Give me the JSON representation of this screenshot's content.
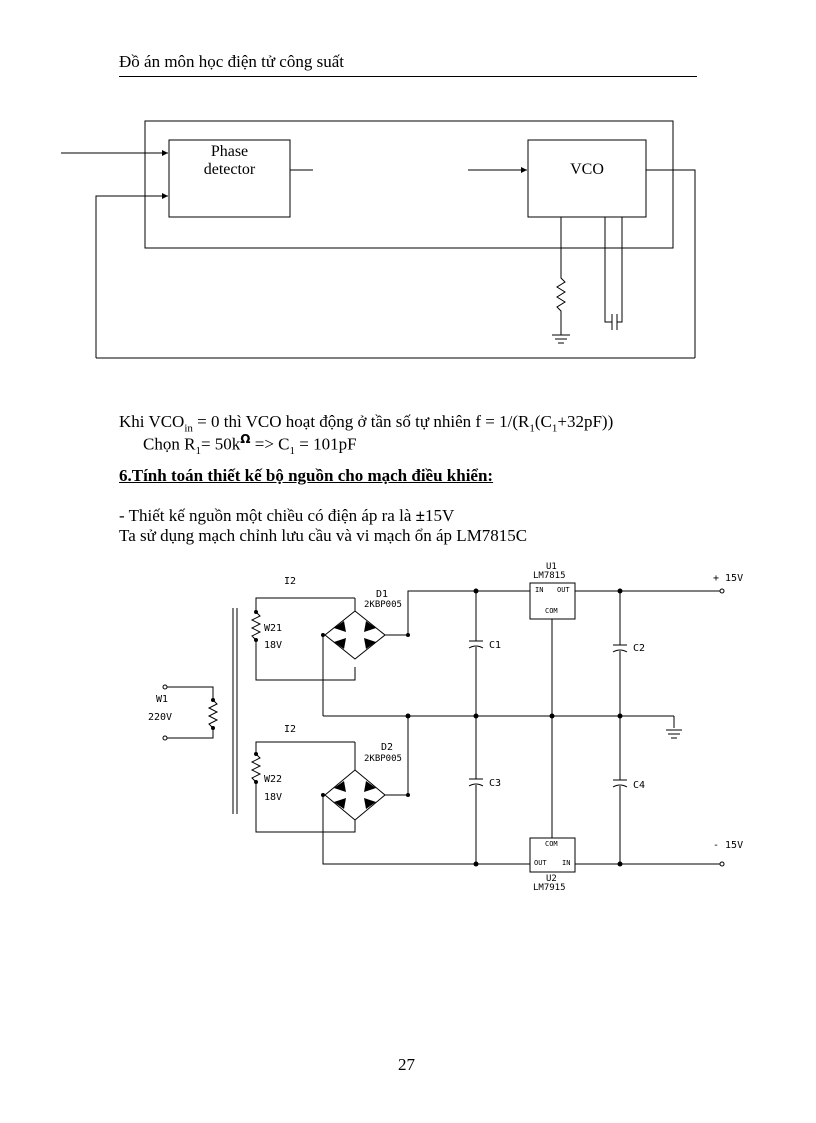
{
  "header": {
    "title": "Đồ án môn học điện tử công suất"
  },
  "pll_diagram": {
    "phase_detector_line1": "Phase",
    "phase_detector_line2": "detector",
    "vco_label": "VCO"
  },
  "text": {
    "line1_a": "Khi VCO",
    "line1_sub": "in",
    "line1_b": " = 0 thì VCO hoạt động ở tần số tự nhiên  f = 1/(R",
    "line1_sub2": "1",
    "line1_c": "(C",
    "line1_sub3": "1",
    "line1_d": "+32pF))",
    "line2_a": "Chọn R",
    "line2_sub": "1",
    "line2_b": "= 50k",
    "line2_ohm": "Ω",
    "line2_c": " => C",
    "line2_sub2": "1",
    "line2_d": " = 101pF",
    "section_title": "6.Tính toán thiết kế bộ nguồn cho mạch điều khiển:",
    "para1_a": "- Thiết kế nguồn một chiều có điện áp ra là ",
    "para1_pm": "±",
    "para1_b": "15V",
    "para2": "Ta sử dụng mạch chỉnh lưu  cầu và vi mạch ổn áp LM7815C"
  },
  "schematic": {
    "w1": "W1",
    "v220": "220V",
    "i2_top": "I2",
    "i2_bot": "I2",
    "w21": "W21",
    "v18_top": "18V",
    "w22": "W22",
    "v18_bot": "18V",
    "d1": "D1",
    "d1_part": "2KBP005",
    "d2": "D2",
    "d2_part": "2KBP005",
    "u1": "U1",
    "u1_part": "LM7815",
    "u1_in": "IN",
    "u1_out": "OUT",
    "u1_com": "COM",
    "u2": "U2",
    "u2_part": "LM7915",
    "u2_in": "IN",
    "u2_out": "OUT",
    "u2_com": "COM",
    "c1": "C1",
    "c2": "C2",
    "c3": "C3",
    "c4": "C4",
    "plus15": "+ 15V",
    "minus15": "- 15V"
  },
  "footer": {
    "page_number": "27"
  }
}
